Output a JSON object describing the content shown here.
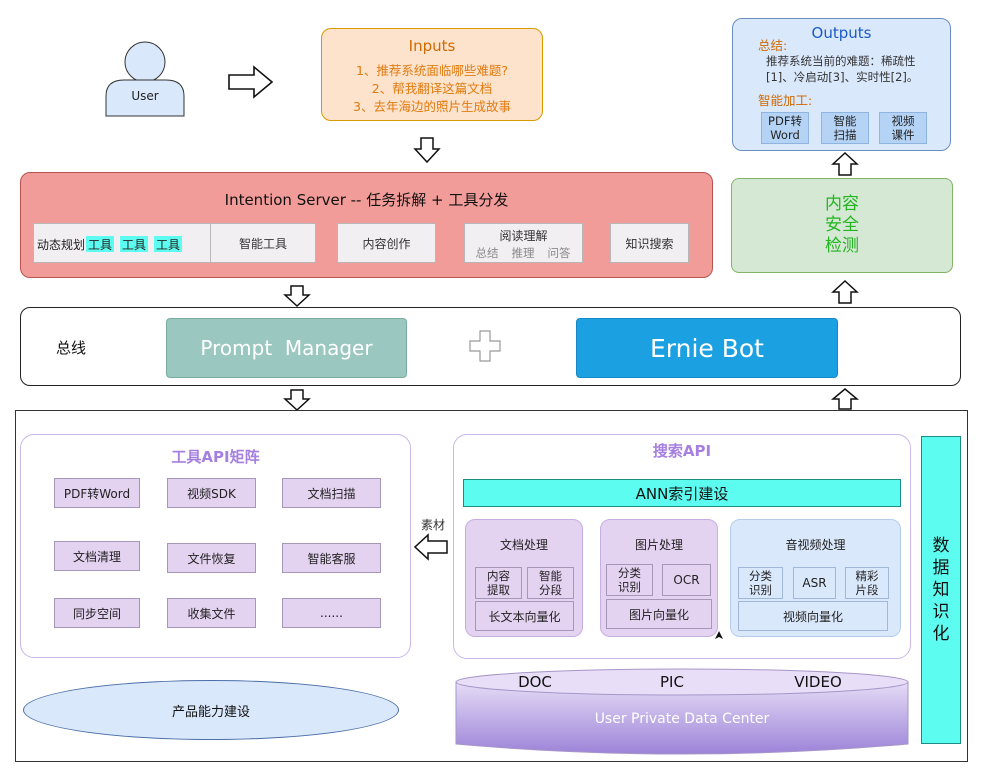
{
  "user": {
    "label": "User"
  },
  "inputs": {
    "title": "Inputs",
    "items": [
      "1、推荐系统面临哪些难题?",
      "2、帮我翻译这篇文档",
      "3、去年海边的照片生成故事"
    ]
  },
  "outputs": {
    "title": "Outputs",
    "summary_label": "总结:",
    "summary_lines": [
      "推荐系统当前的难题：稀疏性",
      "[1]、冷启动[3]、实时性[2]。"
    ],
    "process_label": "智能加工:",
    "chips": [
      [
        "PDF转",
        "Word"
      ],
      [
        "智能",
        "扫描"
      ],
      [
        "视频",
        "课件"
      ]
    ]
  },
  "intention": {
    "title": "Intention Server -- 任务拆解 + 工具分发",
    "dynamic_label": "动态规划",
    "tools": [
      "工具",
      "工具",
      "工具"
    ],
    "boxes": [
      "智能工具",
      "内容创作",
      "知识搜索"
    ],
    "reading": {
      "title": "阅读理解",
      "subs": [
        "总结",
        "推理",
        "问答"
      ]
    }
  },
  "safety": {
    "lines": [
      "内容",
      "安全",
      "检测"
    ]
  },
  "bus": {
    "label": "总线",
    "prompt_manager": "Prompt  Manager",
    "ernie_bot": "Ernie Bot"
  },
  "tools_api": {
    "title": "工具API矩阵",
    "items": [
      "PDF转Word",
      "视频SDK",
      "文档扫描",
      "文档清理",
      "文件恢复",
      "智能客服",
      "同步空间",
      "收集文件",
      "......"
    ]
  },
  "material_label": "素材",
  "product": {
    "label": "产品能力建设"
  },
  "search_api": {
    "title": "搜索API",
    "ann": "ANN索引建设",
    "doc": {
      "title": "文档处理",
      "chips": [
        [
          "内容",
          "提取"
        ],
        [
          "智能",
          "分段"
        ]
      ],
      "bottom": "长文本向量化"
    },
    "pic": {
      "title": "图片处理",
      "chips": [
        [
          "分类",
          "识别"
        ],
        [
          "OCR"
        ]
      ],
      "bottom": "图片向量化"
    },
    "av": {
      "title": "音视频处理",
      "chips": [
        [
          "分类",
          "识别"
        ],
        [
          "ASR"
        ],
        [
          "精彩",
          "片段"
        ]
      ],
      "bottom": "视频向量化"
    }
  },
  "data_center": {
    "labels": [
      "DOC",
      "PIC",
      "VIDEO"
    ],
    "title": "User Private Data Center"
  },
  "knowledge": {
    "lines": [
      "数",
      "据",
      "知",
      "识",
      "化"
    ]
  },
  "colors": {
    "inputs": "#fde2cc",
    "outputs": "#dae8fc",
    "intention": "#f19c99",
    "safety": "#d5e8d4",
    "prompt_manager": "#9ac7bf",
    "ernie_bot": "#1ba1e2",
    "cyan": "#5cfcf1",
    "purple_text": "#a680e0"
  }
}
